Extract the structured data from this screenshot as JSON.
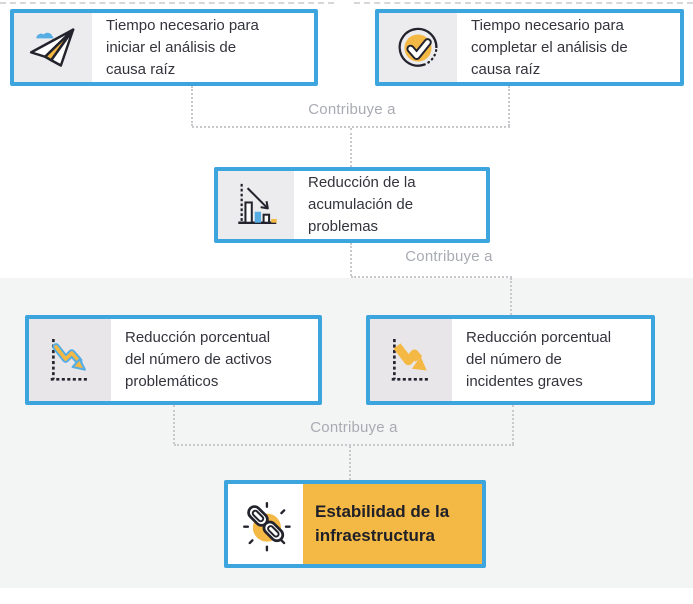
{
  "palette": {
    "accent_blue": "#3DA5DE",
    "accent_yellow": "#F4B845",
    "icon_cell_gray": "#ECECEE",
    "icon_cell_lavender": "#E9E6EA",
    "section_bg": "#F3F4F4",
    "connector_dash": "#C9C9CD",
    "contrib_label_gray": "#A8ABB2",
    "text_dark": "#33343C",
    "icon_stroke_dark": "#23232D",
    "icon_blue": "#56ADE4"
  },
  "connector": {
    "label": "Contribuye a"
  },
  "nodes": {
    "iniciar": {
      "label": "Tiempo necesario para\niniciar el análisis de\ncausa raíz",
      "icon": "paper-plane-icon"
    },
    "completar": {
      "label": "Tiempo necesario para\ncompletar el análisis de\ncausa raíz",
      "icon": "check-circle-icon"
    },
    "acumulacion": {
      "label": "Reducción de la\nacumulación de\nproblemas",
      "icon": "declining-bar-chart-icon"
    },
    "activos": {
      "label": "Reducción porcentual\ndel número de activos\nproblemáticos",
      "icon": "declining-line-chart-icon"
    },
    "incidentes": {
      "label": "Reducción porcentual\ndel número de\nincidentes graves",
      "icon": "declining-arrow-chart-icon"
    },
    "estabilidad": {
      "label": "Estabilidad de la\ninfraestructura",
      "icon": "chain-link-icon",
      "highlighted": true
    }
  }
}
